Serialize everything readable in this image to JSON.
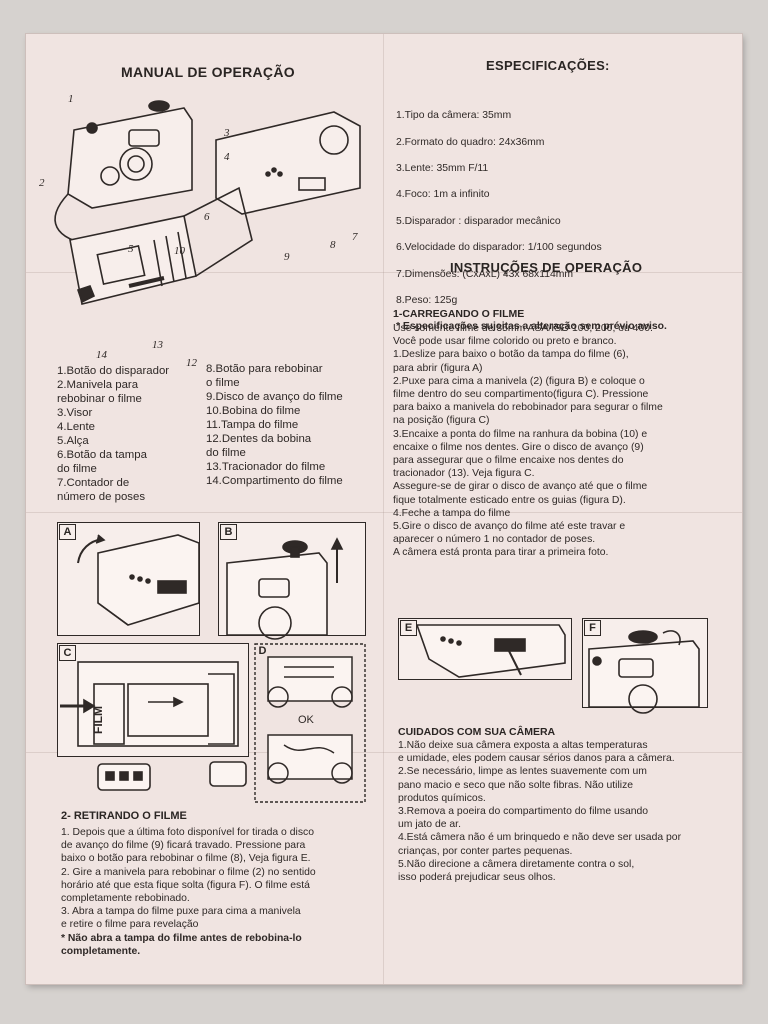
{
  "manual": {
    "title": "MANUAL DE OPERAÇÃO",
    "diagram_numbers": [
      "1",
      "2",
      "3",
      "4",
      "5",
      "6",
      "7",
      "8",
      "9",
      "10",
      "12",
      "13",
      "14"
    ],
    "parts_left": [
      "1.Botão do disparador",
      "2.Manivela para",
      "rebobinar o filme",
      "3.Visor",
      "4.Lente",
      "5.Alça",
      "6.Botão da tampa",
      "do filme",
      "7.Contador de",
      "número de poses"
    ],
    "parts_right": [
      "8.Botão para rebobinar",
      "o filme",
      "9.Disco de avanço do filme",
      "10.Bobina do filme",
      "11.Tampa do filme",
      "12.Dentes da bobina",
      "do filme",
      "13.Tracionador do filme",
      "14.Compartimento do filme"
    ]
  },
  "figures": {
    "a": "A",
    "b": "B",
    "c": "C",
    "d": "D",
    "e": "E",
    "f": "F",
    "film_text": "FILM",
    "ok_text": "OK"
  },
  "retirando": {
    "title": "2- RETIRANDO O FILME",
    "body": "1. Depois que a última foto disponível for tirada o disco\nde avanço do filme (9) ficará travado. Pressione para\nbaixo o botão para rebobinar o filme (8), Veja figura E.\n2. Gire a manivela para rebobinar o filme (2) no sentido\nhorário até que esta fique solta (figura F). O filme está\ncompletamente rebobinado.\n3. Abra a tampa do filme puxe para cima a manivela\ne retire o filme para revelação",
    "warning": "* Não abra a tampa do filme antes de rebobina-lo\ncompletamente."
  },
  "specs": {
    "title": "ESPECIFICAÇÕES:",
    "items": [
      "1.Tipo da câmera: 35mm",
      "2.Formato do quadro: 24x36mm",
      "3.Lente: 35mm F/11",
      "4.Foco: 1m a infinito",
      "5.Disparador : disparador mecânico",
      "6.Velocidade do disparador: 1/100 segundos",
      "7.Dimensões: (CxAxL) 43x 68x114mm",
      "8.Peso: 125g"
    ],
    "note": "* Especificações sujeitas a alteração sem prévio aviso."
  },
  "instrucoes": {
    "title": "INSTRUÇÕES DE OPERAÇÃO",
    "section_title": "1-CARREGANDO O FILME",
    "body": "Use somente filme de 35mm ASA/ISO 100, 200, ou 400.\nVocê pode usar filme colorido ou preto e branco.\n1.Deslize para baixo o botão da tampa do filme (6),\npara abrir (figura A)\n2.Puxe para cima a manivela (2) (figura B) e coloque o\nfilme dentro do seu compartimento(figura C). Pressione\npara baixo a manivela do rebobinador para segurar o filme\nna posição (figura C)\n3.Encaixe a ponta do filme na ranhura da bobina (10) e\nencaixe o filme nos dentes. Gire o disco de avanço (9)\npara assegurar que o filme encaixe nos dentes do\ntracionador (13). Veja figura C.\nAssegure-se de girar o disco de avanço até que o filme\nfique totalmente esticado entre os guias (figura D).\n4.Feche a tampa do filme\n5.Gire o disco de avanço do filme até este travar e\naparecer o número 1 no contador de poses.\nA câmera está pronta para tirar a primeira foto."
  },
  "cuidados": {
    "title": "CUIDADOS COM SUA CÂMERA",
    "body": "1.Não deixe sua câmera exposta a altas temperaturas\ne umidade, eles podem causar sérios danos para a câmera.\n2.Se necessário, limpe as lentes suavemente com um\npano macio e seco que não solte fibras. Não utilize\nprodutos químicos.\n3.Remova a poeira do compartimento do filme usando\num jato de ar.\n4.Está câmera não é um brinquedo e não deve ser usada por\ncrianças, por conter partes pequenas.\n5.Não direcione a câmera diretamente contra o sol,\n isso poderá prejudicar seus olhos."
  }
}
